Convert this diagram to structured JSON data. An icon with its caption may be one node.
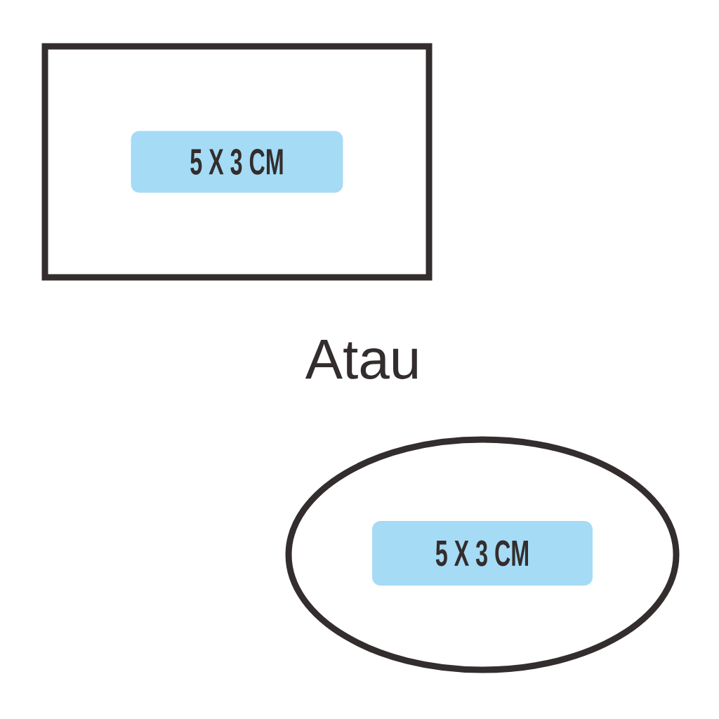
{
  "diagram": {
    "nodes": [
      {
        "text": [],
        "shape": "box"
      },
      {
        "text": [
          "5 X 3 CM"
        ],
        "in": 0
      },
      {
        "text": [],
        "shape": "ellipse"
      },
      {
        "text": [
          "5 X 3 CM"
        ],
        "in": 2
      }
    ],
    "labels": [
      "Atau"
    ]
  }
}
